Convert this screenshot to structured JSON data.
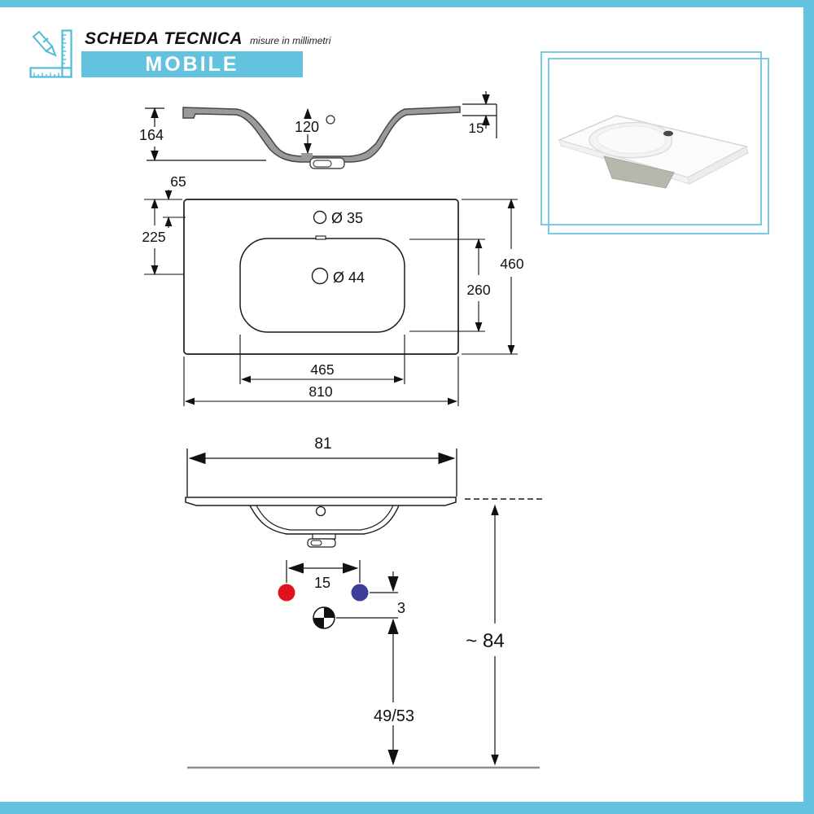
{
  "header": {
    "title": "SCHEDA TECNICA",
    "subtitle": "misure in millimetri",
    "category_banner": "MOBILE",
    "logo_icon": "pencil-square-ruler-icon"
  },
  "section_view": {
    "total_height": "164",
    "bowl_depth": "120",
    "rim_thickness": "15"
  },
  "top_view": {
    "tap_hole_offset": "65",
    "front_to_drain_center": "225",
    "tap_hole_diameter": "Ø 35",
    "drain_diameter": "Ø 44",
    "total_depth": "460",
    "bowl_depth": "260",
    "bowl_width": "465",
    "total_width": "810"
  },
  "front_view": {
    "total_width_cm": "81",
    "supply_spacing": "15",
    "supply_to_drain_gap": "3",
    "mounting_height": "~ 84",
    "drain_outlet_height": "49/53"
  },
  "colors": {
    "accent": "#63c2dd",
    "hot_water_dot": "#e01320",
    "cold_water_dot": "#3d3d96",
    "section_fill": "#9a9a9a"
  },
  "icons": {
    "hot_water": "red-dot-hot-water-icon",
    "cold_water": "blue-dot-cold-water-icon",
    "drain_symbol": "center-drain-crosshair-icon"
  }
}
